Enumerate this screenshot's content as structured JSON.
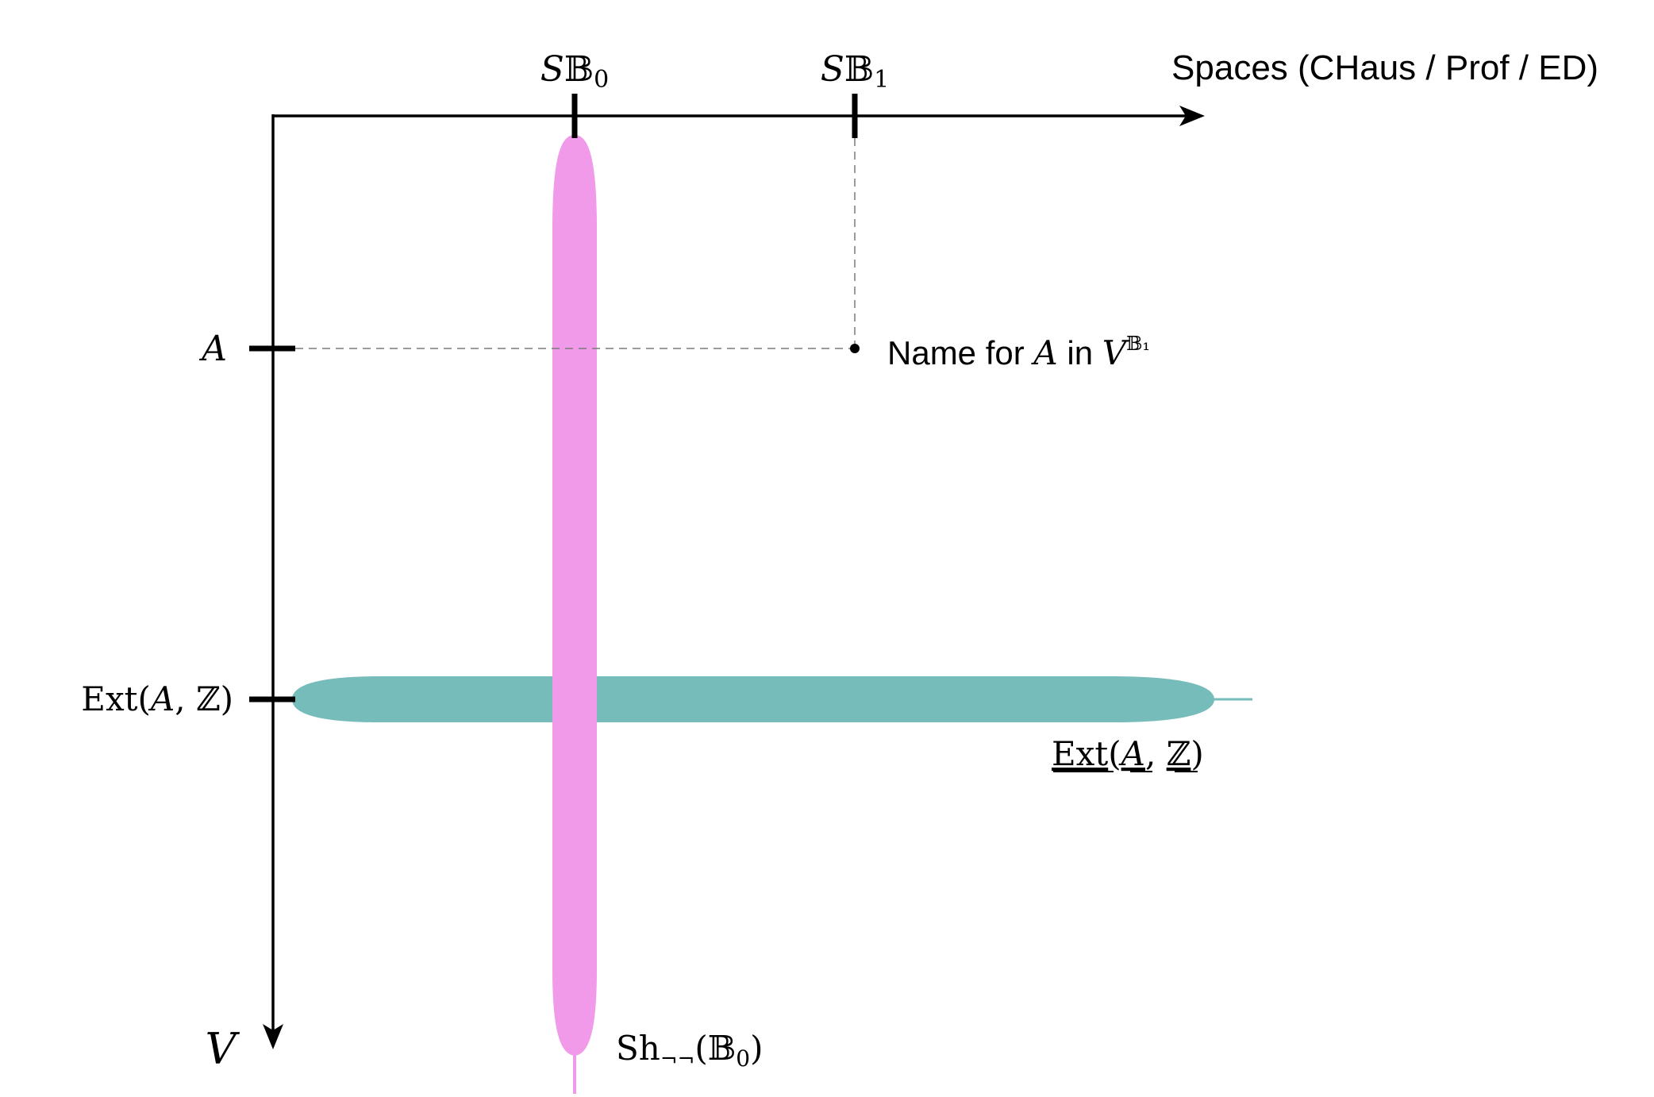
{
  "colors": {
    "axis": "#000000",
    "guide": "#7a7a7a",
    "pink_band": "#f09ae9",
    "teal_band": "#76bcbb"
  },
  "x_axis": {
    "label": "Spaces (CHaus / Prof / ED)",
    "ticks": [
      {
        "id": "sb0",
        "base": "S",
        "bb": "𝔹",
        "sub": "0"
      },
      {
        "id": "sb1",
        "base": "S",
        "bb": "𝔹",
        "sub": "1"
      }
    ]
  },
  "y_axis": {
    "label": "V",
    "ticks": [
      {
        "id": "a",
        "text": "A"
      },
      {
        "id": "ext",
        "pre": "Ext(",
        "var": "A",
        "mid": ", ",
        "bb": "ℤ",
        "post": ")"
      }
    ]
  },
  "point": {
    "label_pre": "Name for ",
    "label_var": "A",
    "label_mid": " in ",
    "label_V": "V",
    "label_sup": "𝔹₁"
  },
  "bands": {
    "vertical": {
      "pre": "Sh",
      "sub": "¬¬",
      "open": "(",
      "bb": "𝔹",
      "bbsub": "0",
      "close": ")"
    },
    "horizontal": {
      "ext": "Ext",
      "open": "(",
      "A": "A",
      "comma": ", ",
      "Z": "ℤ",
      "close": ")"
    }
  }
}
